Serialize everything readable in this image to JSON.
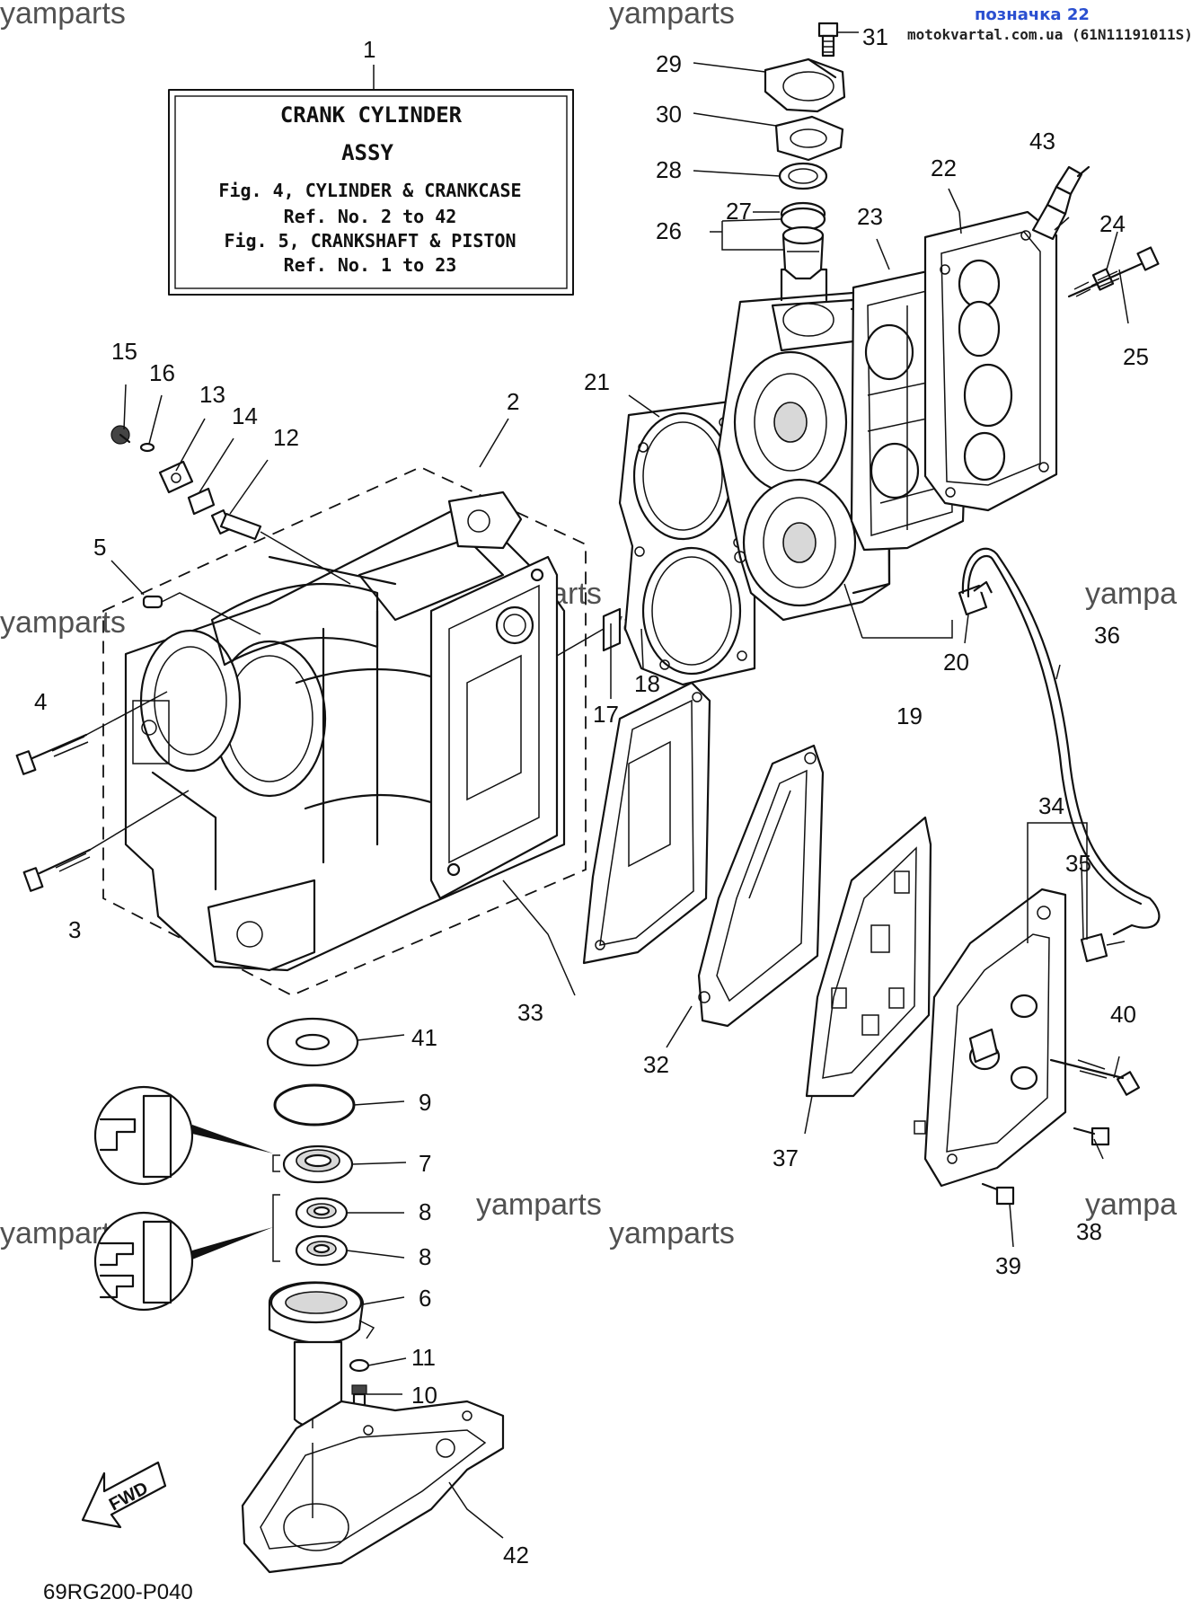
{
  "header": {
    "tag_label": "позначка 22",
    "source_text": "motokvartal.com.ua (61N11191011S)"
  },
  "title_box": {
    "line1": "CRANK CYLINDER",
    "line2": "ASSY",
    "line3": "Fig. 4, CYLINDER & CRANKCASE",
    "line4": "Ref. No. 2 to 42",
    "line5": "Fig. 5, CRANKSHAFT & PISTON",
    "line6": "Ref. No. 1 to 23"
  },
  "watermark": "yamparts",
  "watermark_cut": "yampa",
  "fwd_label": "FWD",
  "diagram_code": "69RG200-P040",
  "part_numbers": [
    "1",
    "2",
    "3",
    "4",
    "5",
    "6",
    "7",
    "8",
    "8",
    "9",
    "10",
    "11",
    "12",
    "13",
    "14",
    "15",
    "16",
    "17",
    "18",
    "19",
    "20",
    "21",
    "22",
    "23",
    "24",
    "25",
    "26",
    "27",
    "28",
    "29",
    "30",
    "31",
    "32",
    "33",
    "34",
    "35",
    "36",
    "37",
    "38",
    "39",
    "40",
    "41",
    "42",
    "43"
  ]
}
